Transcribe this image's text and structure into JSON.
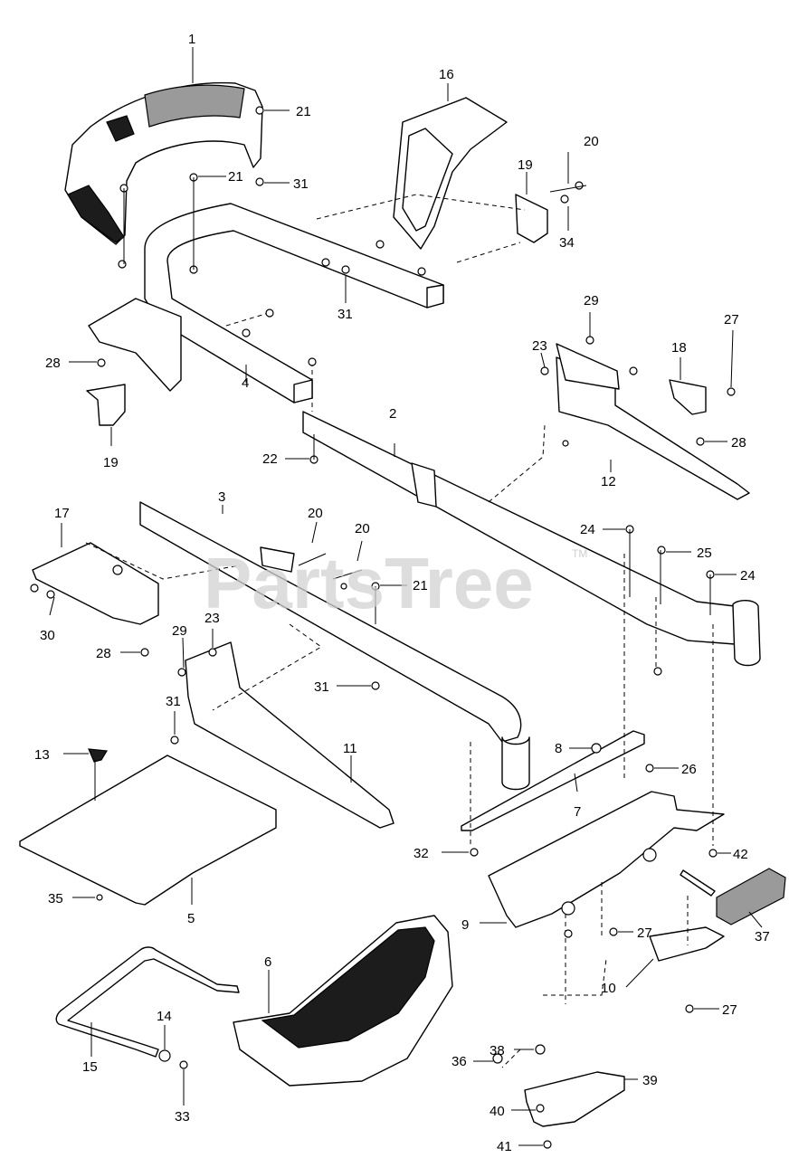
{
  "watermark": {
    "text": "PartsTree",
    "tm": "TM"
  },
  "callouts": [
    {
      "id": "1",
      "text": "1"
    },
    {
      "id": "2",
      "text": "2"
    },
    {
      "id": "3",
      "text": "3"
    },
    {
      "id": "4",
      "text": "4"
    },
    {
      "id": "5",
      "text": "5"
    },
    {
      "id": "6",
      "text": "6"
    },
    {
      "id": "7",
      "text": "7"
    },
    {
      "id": "8",
      "text": "8"
    },
    {
      "id": "9",
      "text": "9"
    },
    {
      "id": "10",
      "text": "10"
    },
    {
      "id": "11",
      "text": "11"
    },
    {
      "id": "12",
      "text": "12"
    },
    {
      "id": "13",
      "text": "13"
    },
    {
      "id": "14",
      "text": "14"
    },
    {
      "id": "15",
      "text": "15"
    },
    {
      "id": "16",
      "text": "16"
    },
    {
      "id": "17",
      "text": "17"
    },
    {
      "id": "18",
      "text": "18"
    },
    {
      "id": "19a",
      "text": "19"
    },
    {
      "id": "19b",
      "text": "19"
    },
    {
      "id": "20a",
      "text": "20"
    },
    {
      "id": "20b",
      "text": "20"
    },
    {
      "id": "20c",
      "text": "20"
    },
    {
      "id": "21a",
      "text": "21"
    },
    {
      "id": "21b",
      "text": "21"
    },
    {
      "id": "21c",
      "text": "21"
    },
    {
      "id": "22",
      "text": "22"
    },
    {
      "id": "23a",
      "text": "23"
    },
    {
      "id": "23b",
      "text": "23"
    },
    {
      "id": "24a",
      "text": "24"
    },
    {
      "id": "24b",
      "text": "24"
    },
    {
      "id": "25",
      "text": "25"
    },
    {
      "id": "26",
      "text": "26"
    },
    {
      "id": "27a",
      "text": "27"
    },
    {
      "id": "27b",
      "text": "27"
    },
    {
      "id": "27c",
      "text": "27"
    },
    {
      "id": "28a",
      "text": "28"
    },
    {
      "id": "28b",
      "text": "28"
    },
    {
      "id": "28c",
      "text": "28"
    },
    {
      "id": "29a",
      "text": "29"
    },
    {
      "id": "29b",
      "text": "29"
    },
    {
      "id": "30",
      "text": "30"
    },
    {
      "id": "31a",
      "text": "31"
    },
    {
      "id": "31b",
      "text": "31"
    },
    {
      "id": "31c",
      "text": "31"
    },
    {
      "id": "31d",
      "text": "31"
    },
    {
      "id": "32",
      "text": "32"
    },
    {
      "id": "33",
      "text": "33"
    },
    {
      "id": "34",
      "text": "34"
    },
    {
      "id": "35",
      "text": "35"
    },
    {
      "id": "36",
      "text": "36"
    },
    {
      "id": "37",
      "text": "37"
    },
    {
      "id": "38",
      "text": "38"
    },
    {
      "id": "39",
      "text": "39"
    },
    {
      "id": "40",
      "text": "40"
    },
    {
      "id": "41",
      "text": "41"
    },
    {
      "id": "42",
      "text": "42"
    }
  ]
}
